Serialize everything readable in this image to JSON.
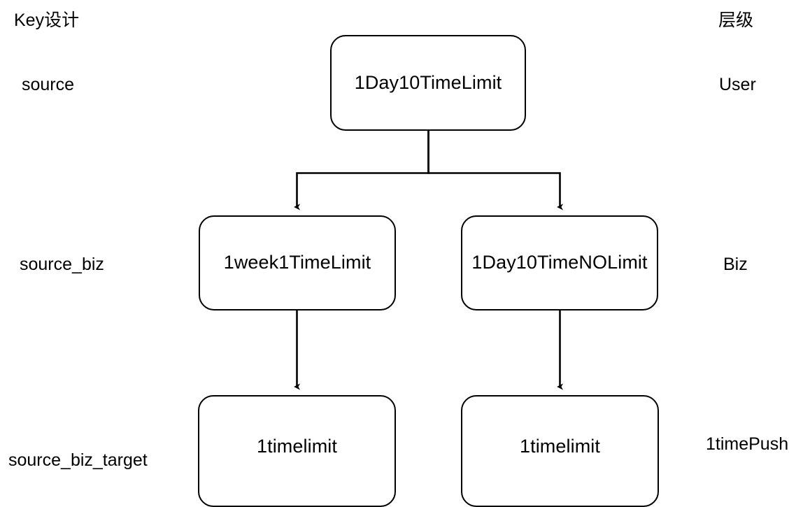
{
  "diagram": {
    "type": "flowchart",
    "orientation": "top-down",
    "background_color": "#ffffff",
    "stroke_color": "#000000",
    "columns": {
      "left_header": "Key设计",
      "right_header": "层级"
    },
    "rows": [
      {
        "key_label": "source",
        "level_label": "User",
        "nodes": [
          "1Day10TimeLimit"
        ]
      },
      {
        "key_label": "source_biz",
        "level_label": "Biz",
        "nodes": [
          "1week1TimeLimit",
          "1Day10TimeNOLimit"
        ]
      },
      {
        "key_label": "source_biz_target",
        "level_label": "1timePush",
        "nodes": [
          "1timelimit",
          "1timelimit"
        ]
      }
    ],
    "nodes": {
      "root": "1Day10TimeLimit",
      "biz_left": "1week1TimeLimit",
      "biz_right": "1Day10TimeNOLimit",
      "target_left": "1timelimit",
      "target_right": "1timelimit"
    },
    "left_labels": {
      "header": "Key设计",
      "source": "source",
      "source_biz": "source_biz",
      "source_biz_target": "source_biz_target"
    },
    "right_labels": {
      "header": "层级",
      "user": "User",
      "biz": "Biz",
      "one_time_push": "1timePush"
    },
    "edges": [
      {
        "from": "1Day10TimeLimit",
        "to": "1week1TimeLimit",
        "style": "orthogonal-arrow"
      },
      {
        "from": "1Day10TimeLimit",
        "to": "1Day10TimeNOLimit",
        "style": "orthogonal-arrow"
      },
      {
        "from": "1week1TimeLimit",
        "to": "1timelimit",
        "style": "straight-arrow"
      },
      {
        "from": "1Day10TimeNOLimit",
        "to": "1timelimit",
        "style": "straight-arrow"
      }
    ]
  }
}
